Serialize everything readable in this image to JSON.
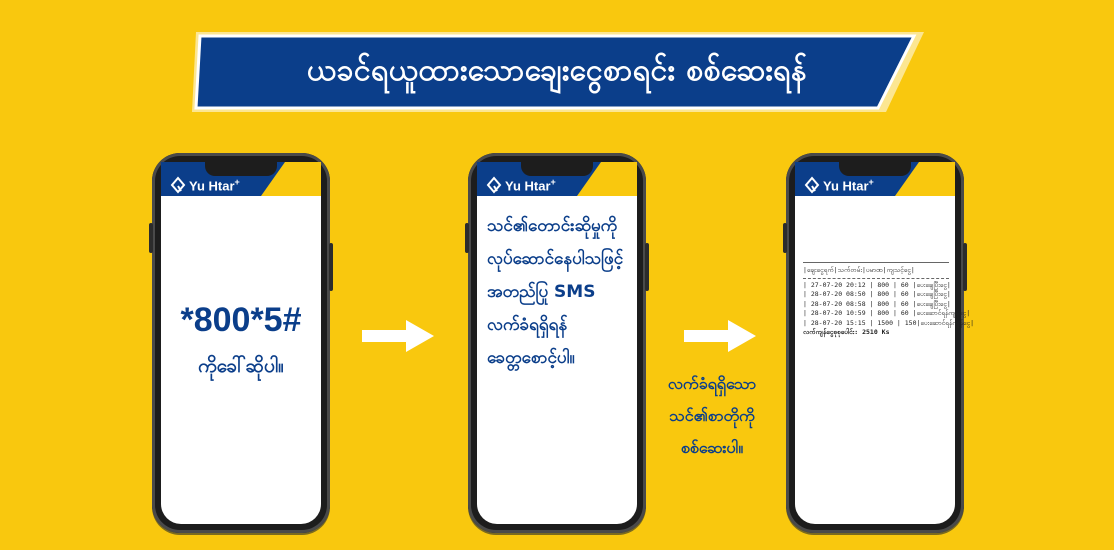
{
  "colors": {
    "background": "#F9C80E",
    "brand_blue": "#0B3E8A",
    "white": "#FFFFFF"
  },
  "banner": {
    "title": "ယခင်ရယူထားသောချေးငွေစာရင်း စစ်ဆေးရန်"
  },
  "brand": {
    "name": "Yu Htar",
    "plus": "+"
  },
  "phone1": {
    "code": "*800*5#",
    "caption": "ကိုခေါ်ဆိုပါ။"
  },
  "phone2": {
    "lines": [
      "သင်၏တောင်းဆိုမှုကို",
      "လုပ်ဆောင်နေပါသဖြင့်",
      "အတည်ပြု SMS",
      "လက်ခံရရှိရန်",
      "ခေတ္တစောင့်ပါ။"
    ]
  },
  "phone3": {
    "sms_header": "|ချေးငွေရက်|သက်တမ်း|ပမာဏ|ကျသင့်ငွေ|",
    "rows": [
      "| 27-07-20 20:12 | 800 | 60 |ပေးချေပြီးငွေ|",
      "| 28-07-20 08:50 | 800 | 60 |ပေးချေပြီးငွေ|",
      "| 28-07-20 08:58 | 800 | 60 |ပေးချေပြီးငွေ|",
      "| 28-07-20 10:59 | 800 | 60 |ပေးဆောင်ရန်ကျန်ငွေ|",
      "| 28-07-20 15:15 | 1500 | 150|ပေးဆောင်ရန်ကျန်ငွေ|"
    ],
    "footer": "လက်ကျန်ငွေစုစုပေါင်း: 2510 Ks"
  },
  "caption_below": {
    "lines": [
      "လက်ခံရရှိသော",
      "သင်၏စာတိုကို",
      "စစ်ဆေးပါ။"
    ]
  },
  "icons": {
    "arrow": "arrow-right-icon",
    "logo": "yu-htar-logo-icon"
  }
}
